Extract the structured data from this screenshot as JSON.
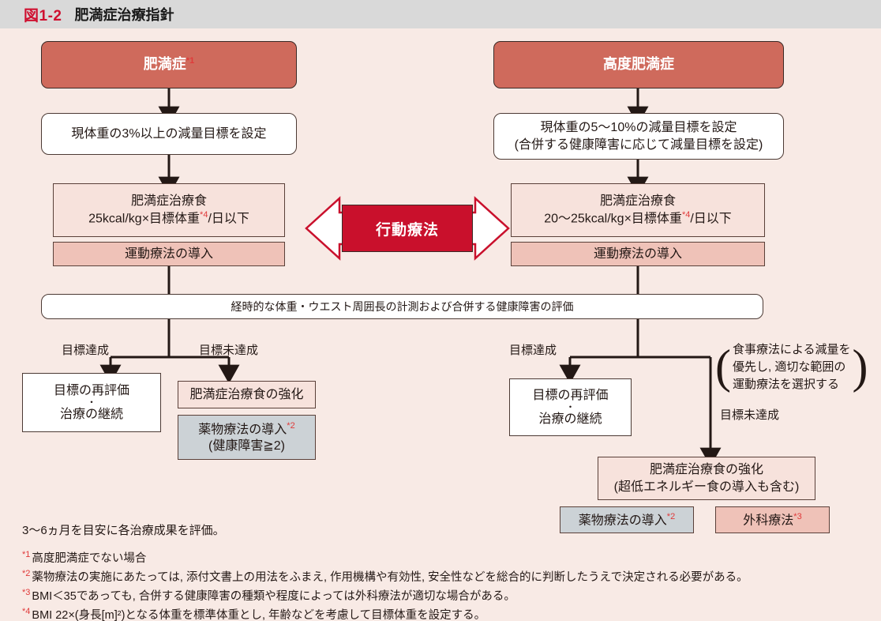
{
  "header": {
    "figure_number": "図1-2",
    "title": "肥満症治療指針",
    "accent_color": "#cf1030",
    "bar_color": "#d9d9d9"
  },
  "colors": {
    "background": "#f8eae5",
    "primary_red": "#cf6a5c",
    "behavior_red": "#c9102c",
    "salmon": "#efc2b8",
    "pink": "#f7e2dc",
    "gray_blue": "#ccd2d6",
    "footnote_marker": "#e03a3a"
  },
  "left_branch": {
    "title": "肥満症",
    "title_sup": "*1",
    "goal": "現体重の3%以上の減量目標を設定",
    "diet_line1": "肥満症治療食",
    "diet_line2a": "25kcal/kg×目標体重",
    "diet_sup": "*4",
    "diet_line2b": "/日以下",
    "exercise": "運動療法の導入",
    "achieved_label": "目標達成",
    "not_achieved_label": "目標未達成",
    "achieved_box_line1": "目標の再評価",
    "achieved_box_dot": "・",
    "achieved_box_line2": "治療の継続",
    "intensify_diet": "肥満症治療食の強化",
    "drug_line1": "薬物療法の導入",
    "drug_sup": "*2",
    "drug_line2": "(健康障害≧2)"
  },
  "right_branch": {
    "title": "高度肥満症",
    "goal_line1": "現体重の5〜10%の減量目標を設定",
    "goal_line2": "(合併する健康障害に応じて減量目標を設定)",
    "diet_line1": "肥満症治療食",
    "diet_line2a": "20〜25kcal/kg×目標体重",
    "diet_sup": "*4",
    "diet_line2b": "/日以下",
    "exercise": "運動療法の導入",
    "achieved_label": "目標達成",
    "not_achieved_label": "目標未達成",
    "achieved_box_line1": "目標の再評価",
    "achieved_box_dot": "・",
    "achieved_box_line2": "治療の継続",
    "note_line1": "食事療法による減量を",
    "note_line2": "優先し, 適切な範囲の",
    "note_line3": "運動療法を選択する",
    "note_bracket_left": "(",
    "note_bracket_right": ")",
    "intensify_line1": "肥満症治療食の強化",
    "intensify_line2": "(超低エネルギー食の導入も含む)",
    "drug_label": "薬物療法の導入",
    "drug_sup": "*2",
    "surgery_label": "外科療法",
    "surgery_sup": "*3"
  },
  "center": {
    "behavior_therapy": "行動療法"
  },
  "monitoring": {
    "text": "経時的な体重・ウエスト周囲長の計測および合併する健康障害の評価"
  },
  "footnotes": {
    "lead": "3〜6ヵ月を目安に各治療成果を評価。",
    "items": [
      {
        "marker": "*1",
        "text": "高度肥満症でない場合"
      },
      {
        "marker": "*2",
        "text": "薬物療法の実施にあたっては, 添付文書上の用法をふまえ, 作用機構や有効性, 安全性などを総合的に判断したうえで決定される必要がある。"
      },
      {
        "marker": "*3",
        "text": "BMI＜35であっても, 合併する健康障害の種類や程度によっては外科療法が適切な場合がある。"
      },
      {
        "marker": "*4",
        "text": "BMI 22×(身長[m]²)となる体重を標準体重とし, 年齢などを考慮して目標体重を設定する。"
      }
    ]
  }
}
